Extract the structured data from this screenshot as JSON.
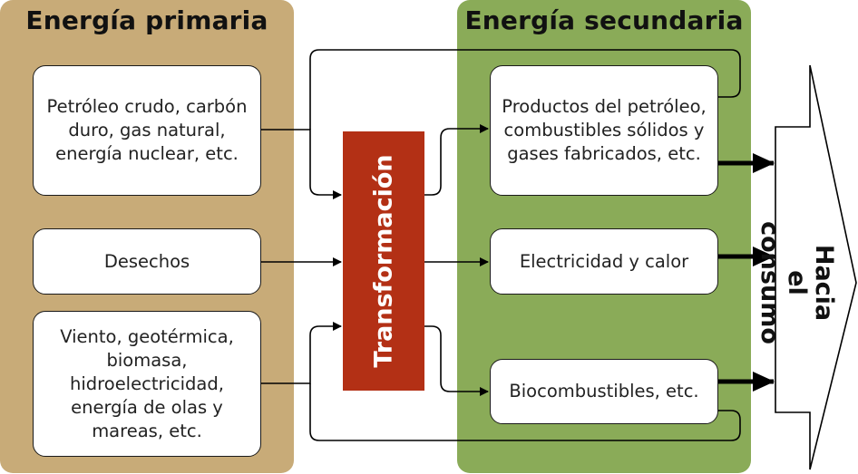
{
  "primary": {
    "title": "Energía primaria",
    "sources": [
      "Petróleo crudo, carbón\nduro, gas natural,\nenergía nuclear, etc.",
      "Desechos",
      "Viento, geotérmica,\nbiomasa,\nhidroelectricidad,\nenergía de olas y\nmareas, etc."
    ]
  },
  "process": {
    "label": "Transformación"
  },
  "secondary": {
    "title": "Energía secundaria",
    "products": [
      "Productos del petróleo,\ncombustibles sólidos y\ngases fabricados, etc.",
      "Electricidad y calor",
      "Biocombustibles, etc."
    ]
  },
  "consumption": {
    "label": "Hacia\nel consumo"
  },
  "colors": {
    "primary_panel": "#c8ab78",
    "secondary_panel": "#8aab58",
    "transformation": "#b33015"
  }
}
